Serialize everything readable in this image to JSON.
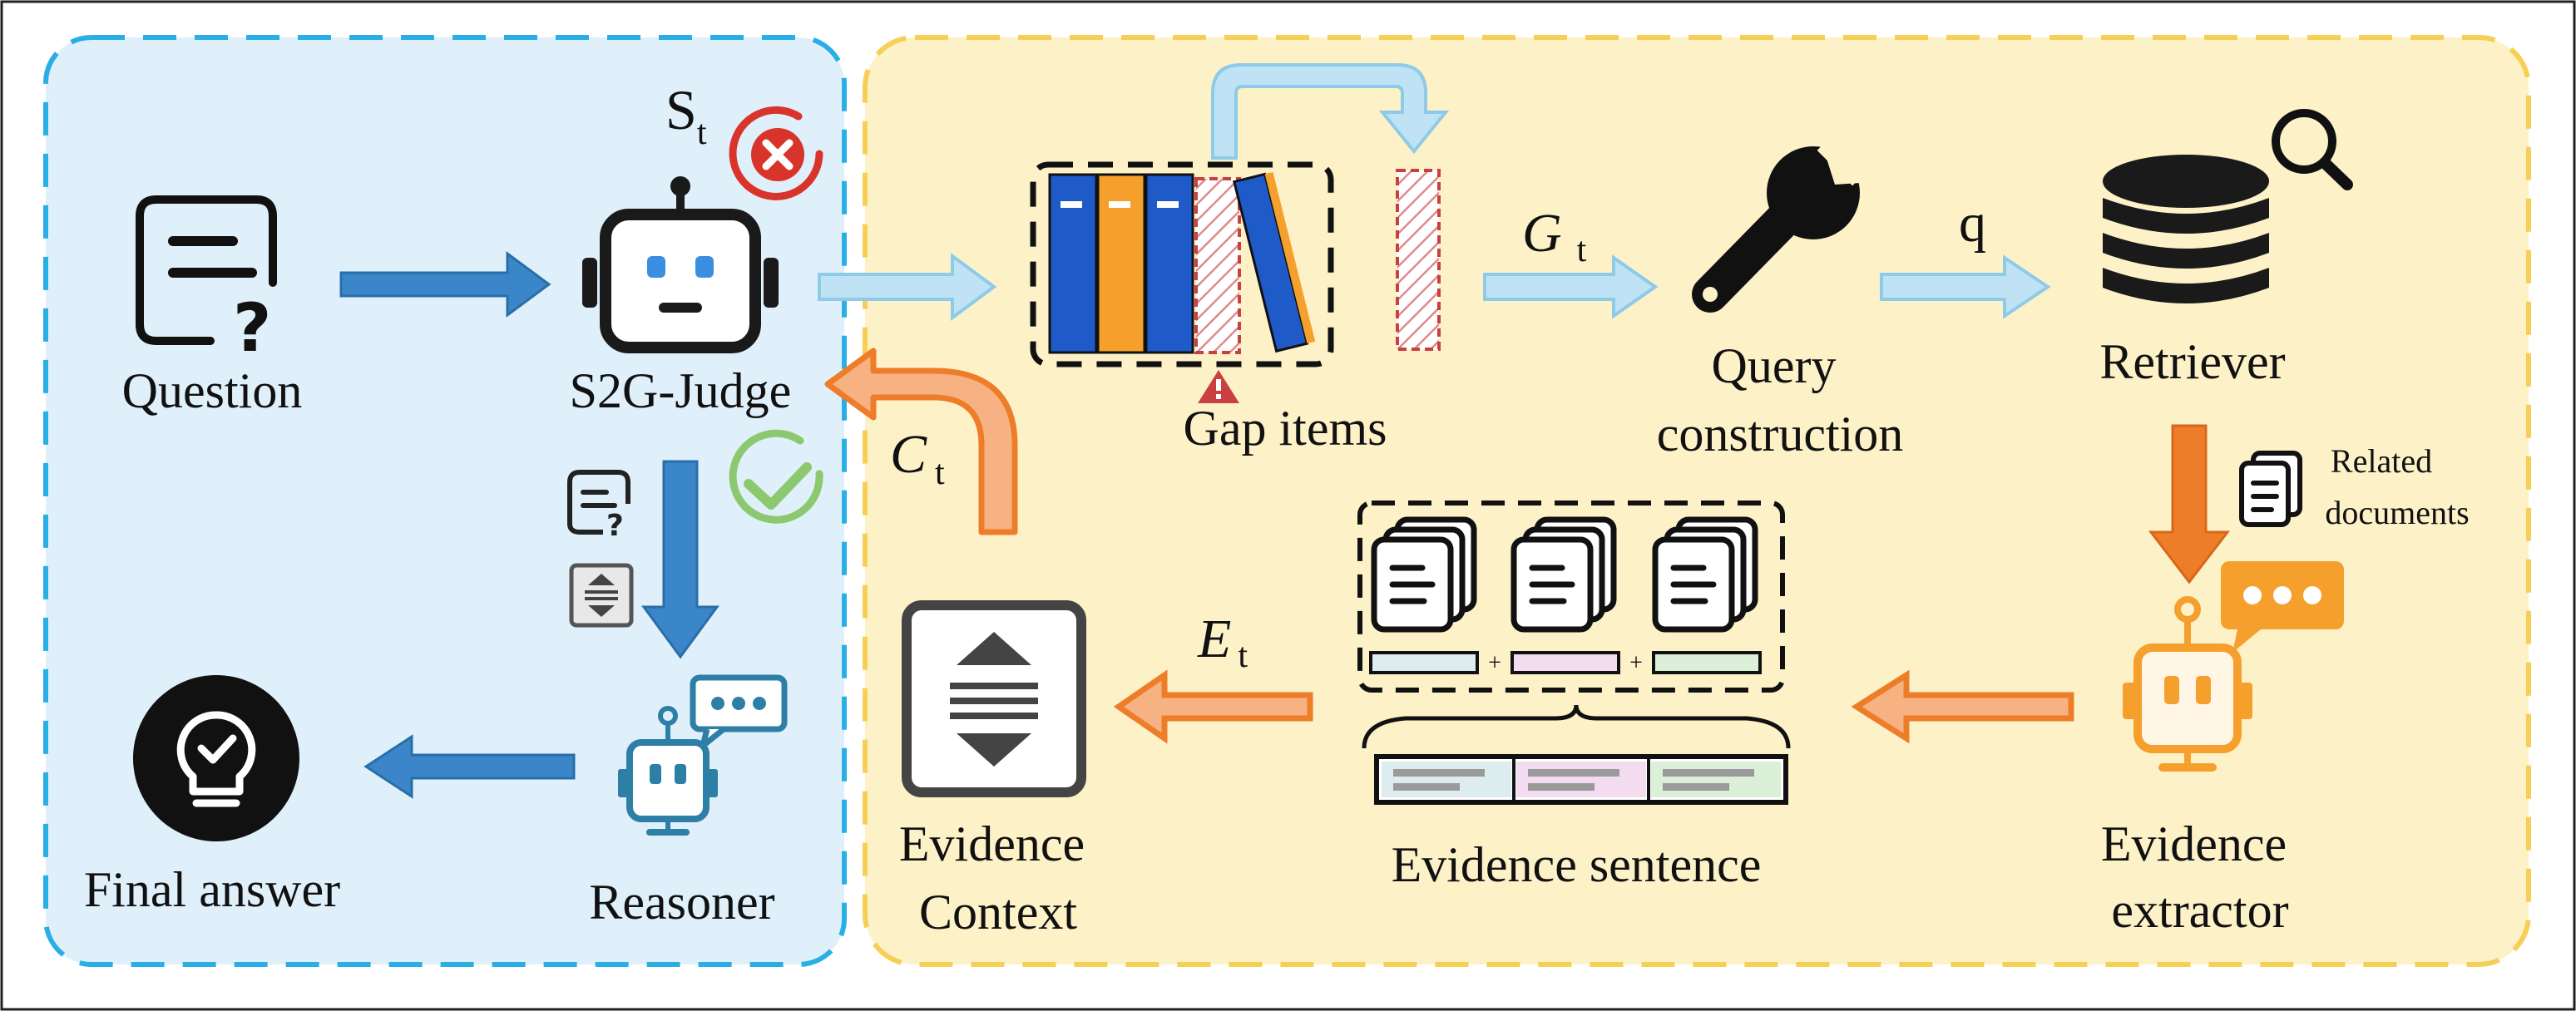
{
  "nodes": {
    "question": "Question",
    "judge": "S2G-Judge",
    "final_answer": "Final answer",
    "reasoner": "Reasoner",
    "gap_items": "Gap items",
    "query_construction": [
      "Query",
      "construction"
    ],
    "retriever": "Retriever",
    "related_documents": [
      "Related",
      "documents"
    ],
    "evidence_extractor": [
      "Evidence",
      "extractor"
    ],
    "evidence_sentence": "Evidence sentence",
    "evidence_context": [
      "Evidence",
      "Context"
    ]
  },
  "symbols": {
    "state": {
      "main": "S",
      "sub": "t"
    },
    "gap": {
      "main": "G",
      "sub": "t"
    },
    "query": "q",
    "context": {
      "main": "C",
      "sub": "t"
    },
    "evidence": {
      "main": "E",
      "sub": "t"
    },
    "plus": "+"
  },
  "colors": {
    "left_panel_fill": "#dff0fa",
    "left_panel_border": "#29aee6",
    "right_panel_fill": "#fdf1c8",
    "right_panel_border": "#f7cf55",
    "blue_arrow": "#3a86c8",
    "light_arrow": "#bfe2f5",
    "orange_arrow": "#ee7d2a",
    "peach_arrow": "#f6b283",
    "fail_red": "#d9342b",
    "pass_green": "#8cc870",
    "robot_dark": "#1a1a1a",
    "robot_teal": "#2e7fa6",
    "robot_orange": "#f5a02c"
  },
  "icons": {
    "question": "question-document-icon",
    "judge": "robot-icon",
    "fail": "x-circle-icon",
    "pass": "check-circle-icon",
    "final_answer": "lightbulb-check-icon",
    "reasoner": "robot-chat-icon",
    "gap_items": "books-icon",
    "query_construction": "wrench-icon",
    "retriever": "database-search-icon",
    "related_documents": "documents-icon",
    "evidence_extractor": "robot-chat-icon",
    "evidence_context": "context-expand-icon"
  }
}
